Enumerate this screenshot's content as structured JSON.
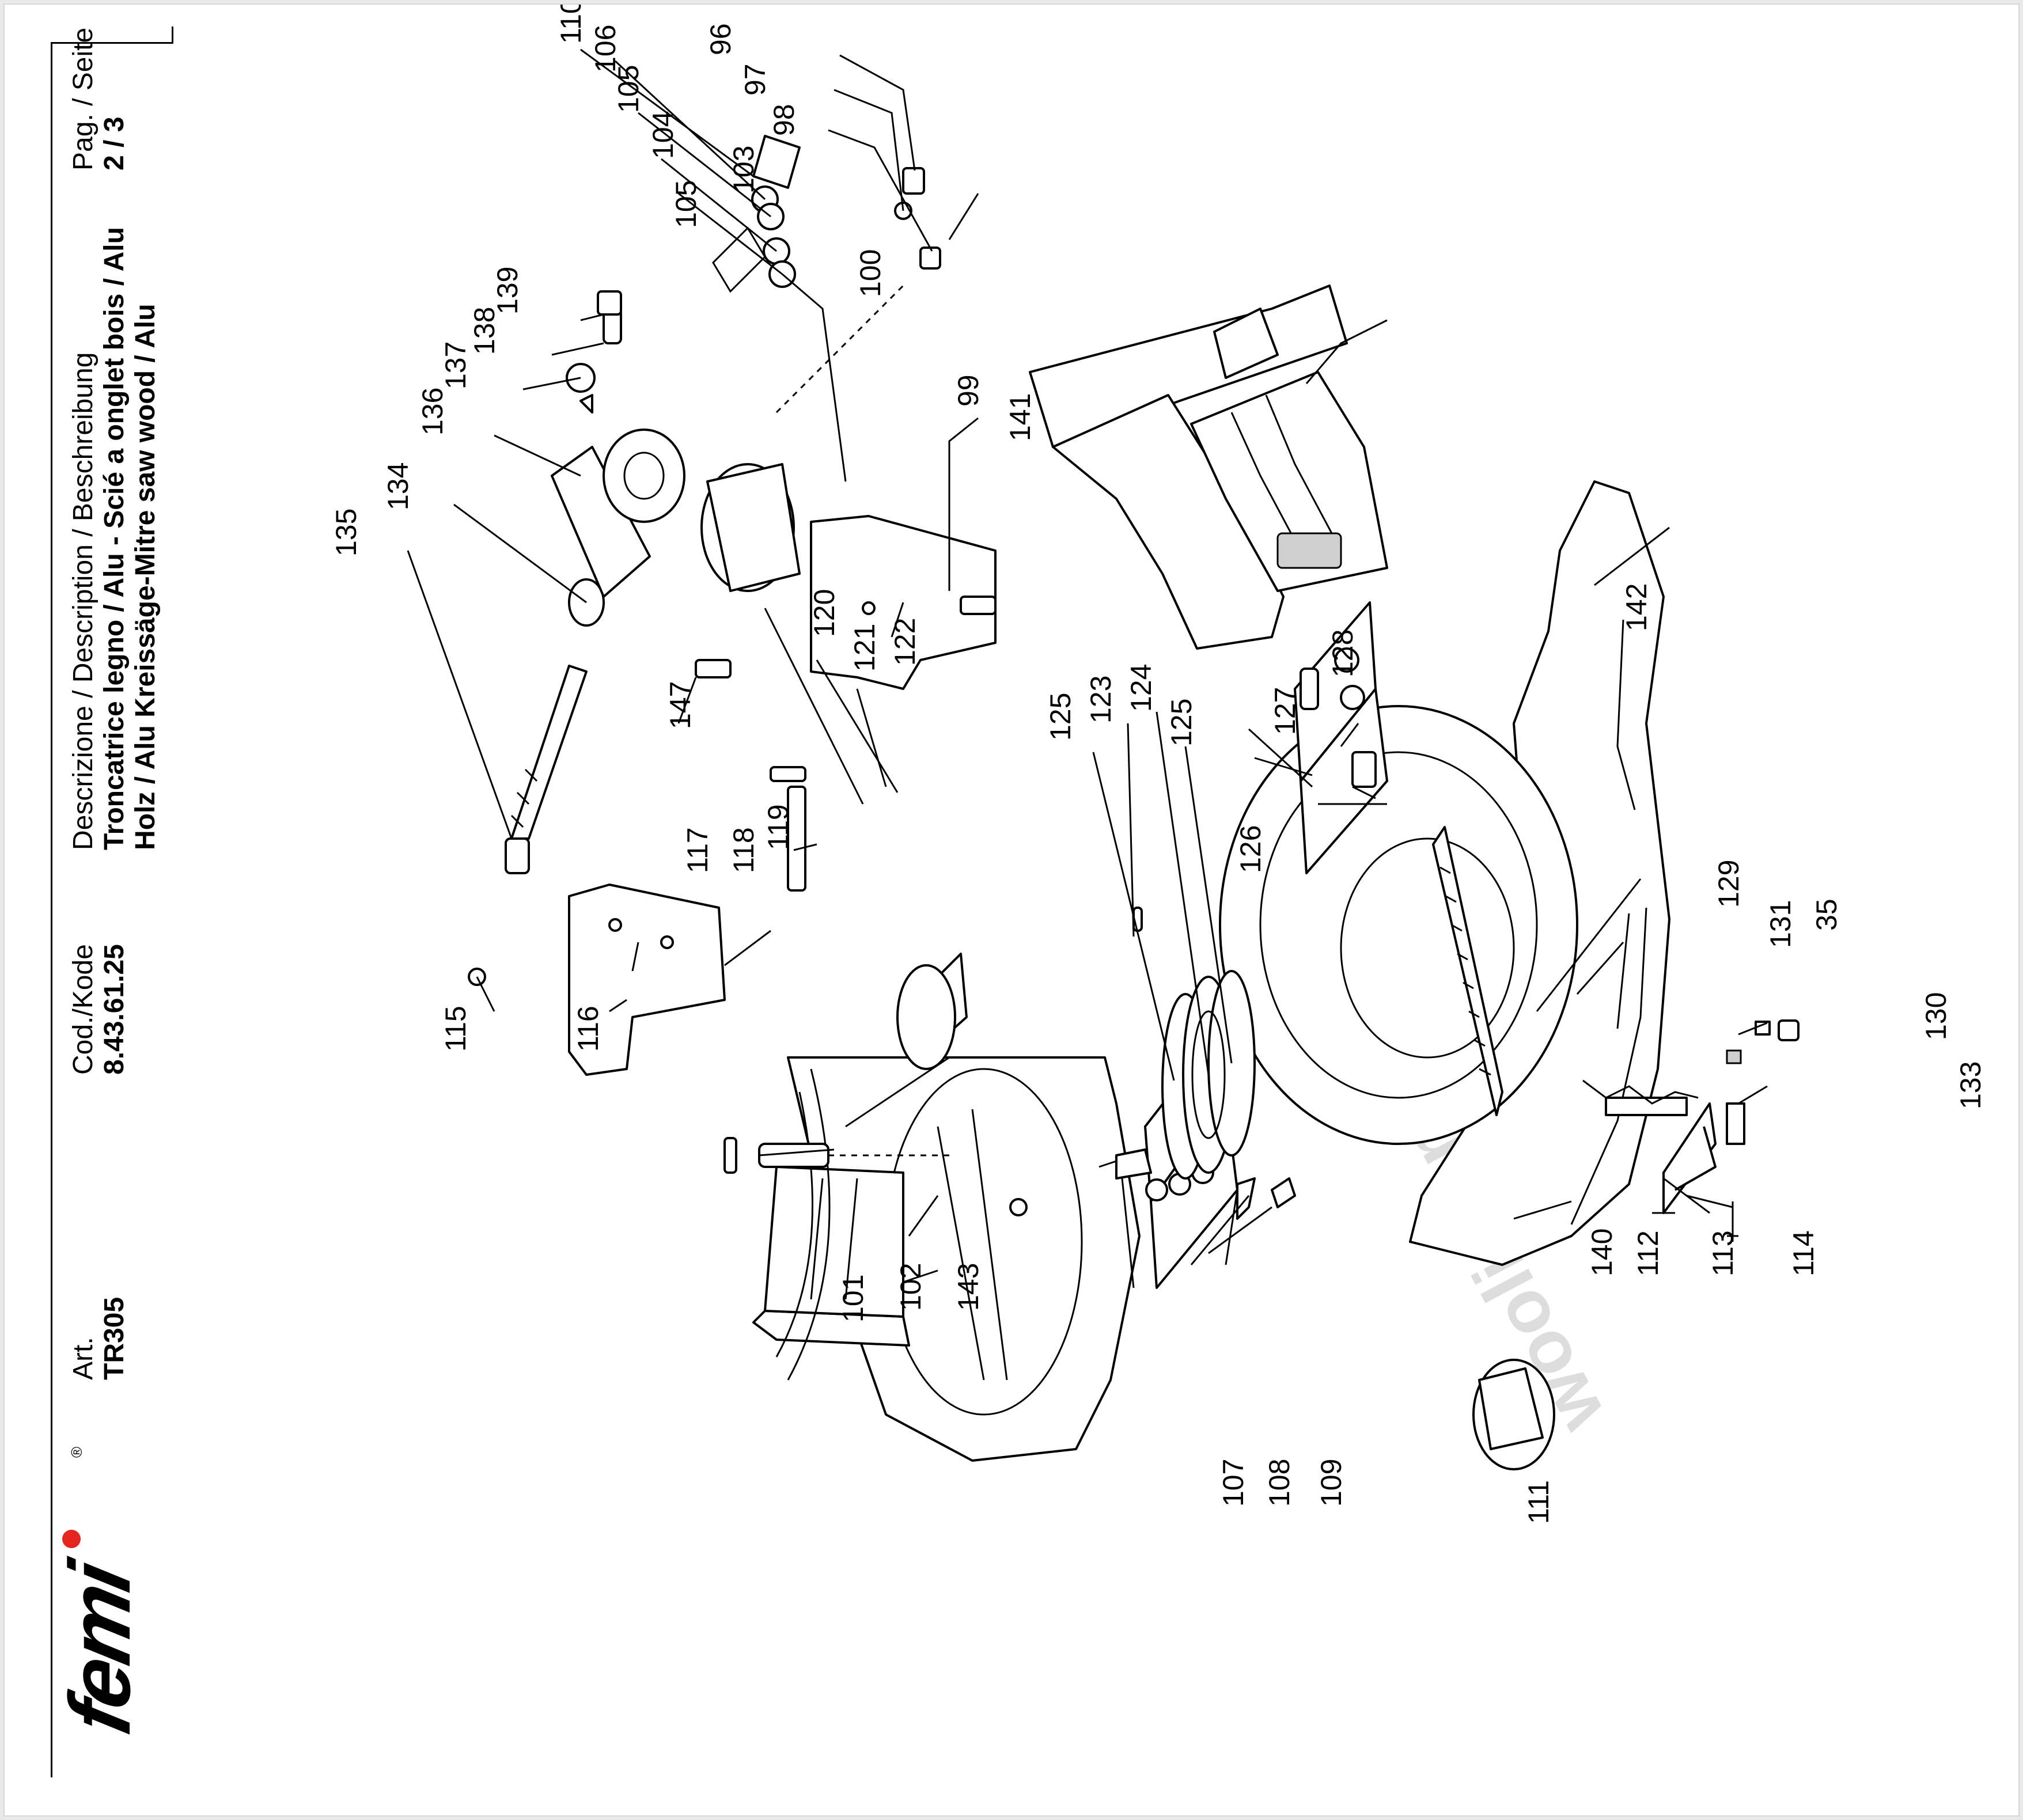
{
  "header": {
    "art_label": "Art.",
    "art_value": "TR305",
    "code_label": "Cod./Kode",
    "code_value": "8.43.61.25",
    "desc_label": "Descrizione / Description / Beschreibung",
    "desc_line1": "Troncatrice legno / Alu - Scié a onglet bois / Alu",
    "desc_line2": "Holz / Alu Kreissäge-Mitre saw wood / Alu",
    "page_label": "Pag. / Seite",
    "page_value": "2 / 3"
  },
  "logo": {
    "text": "femi",
    "registered": "®",
    "dot_color": "#e52520"
  },
  "watermark": "woolistanot..."
}
